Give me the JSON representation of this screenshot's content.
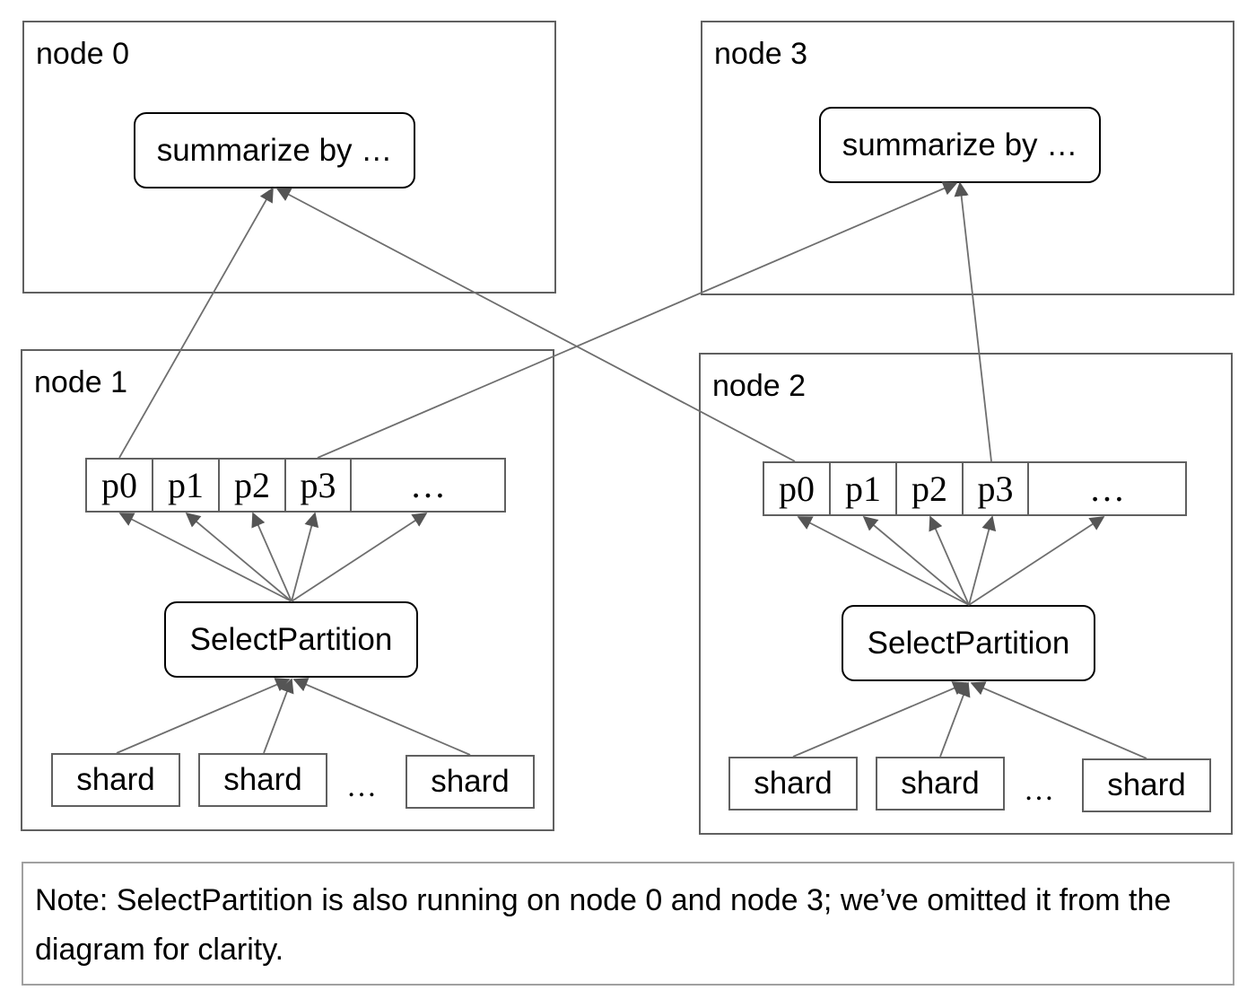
{
  "nodes": {
    "node0": {
      "title": "node 0",
      "op": "summarize by …"
    },
    "node3": {
      "title": "node 3",
      "op": "summarize by …"
    },
    "node1": {
      "title": "node 1",
      "op": "SelectPartition"
    },
    "node2": {
      "title": "node 2",
      "op": "SelectPartition"
    }
  },
  "partitions": [
    "p0",
    "p1",
    "p2",
    "p3",
    "…"
  ],
  "shards": [
    "shard",
    "shard",
    "shard"
  ],
  "ellipsis": "…",
  "note": "Note: SelectPartition is also running on node 0 and node 3; we’ve omitted it from the diagram for clarity.",
  "colors": {
    "line": "#606060",
    "box": "#000000"
  }
}
